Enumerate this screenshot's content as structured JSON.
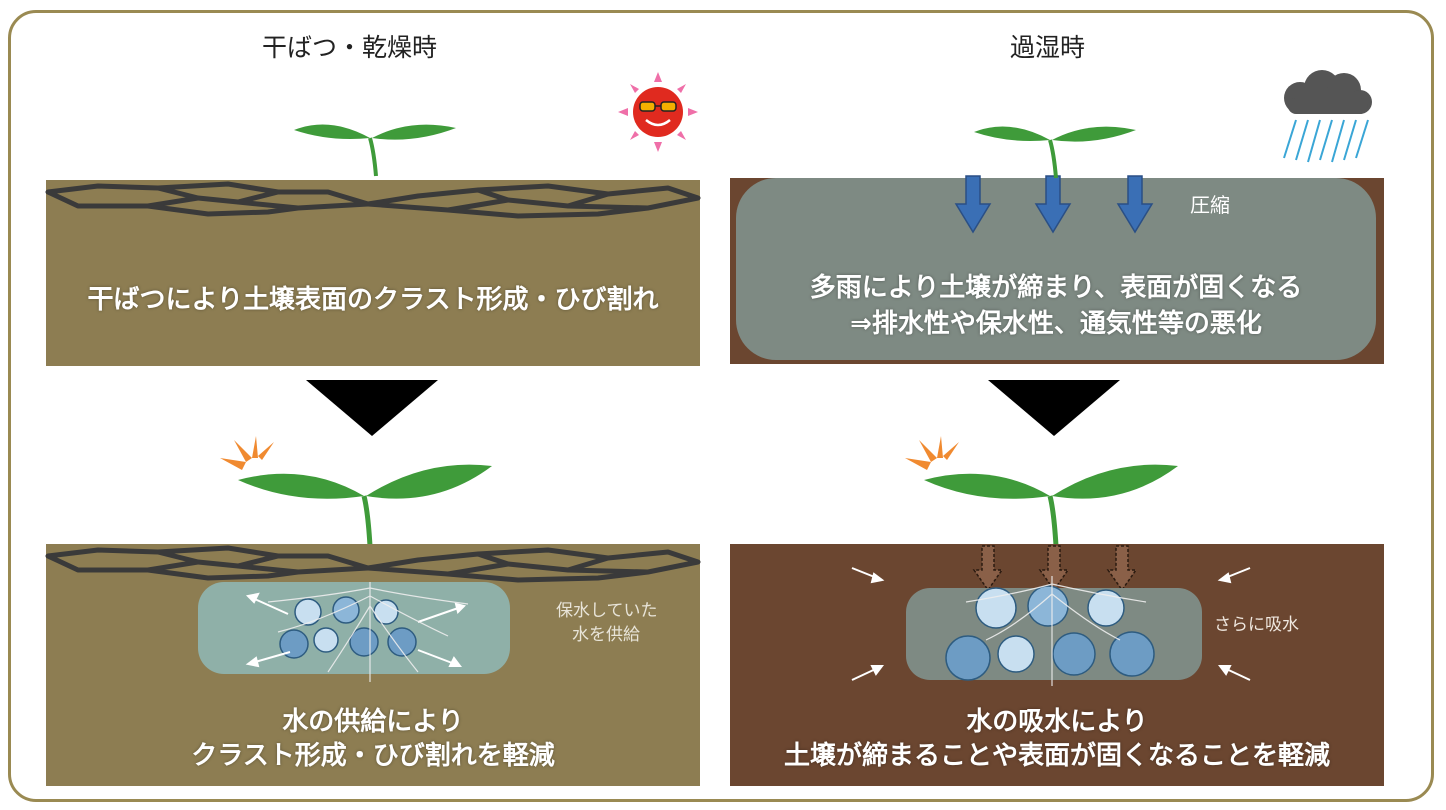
{
  "headings": {
    "drought": "干ばつ・乾燥時",
    "wet": "過湿時"
  },
  "drought_top": {
    "caption": "干ばつにより土壌表面のクラスト形成・ひび割れ"
  },
  "wet_top": {
    "compression_label": "圧縮",
    "caption_line1": "多雨により土壌が締まり、表面が固くなる",
    "caption_line2": "⇒排水性や保水性、通気性等の悪化"
  },
  "drought_bottom": {
    "side_label_line1": "保水していた",
    "side_label_line2": "水を供給",
    "caption_line1": "水の供給により",
    "caption_line2": "クラスト形成・ひび割れを軽減"
  },
  "wet_bottom": {
    "side_label": "さらに吸水",
    "caption_line1": "水の吸水により",
    "caption_line2": "土壌が締まることや表面が固くなることを軽減"
  },
  "colors": {
    "drought_soil": "#8d7d52",
    "wet_soil": "#6b4630",
    "compressed_layer": "#7e8a83",
    "water_zone": "#8fb0a8",
    "leaf": "#3f9b3a",
    "arrow_blue": "#3a6fb5",
    "arrow_brown": "#8a6048",
    "stress_orange": "#f08a30",
    "frame": "#9a8a52"
  }
}
